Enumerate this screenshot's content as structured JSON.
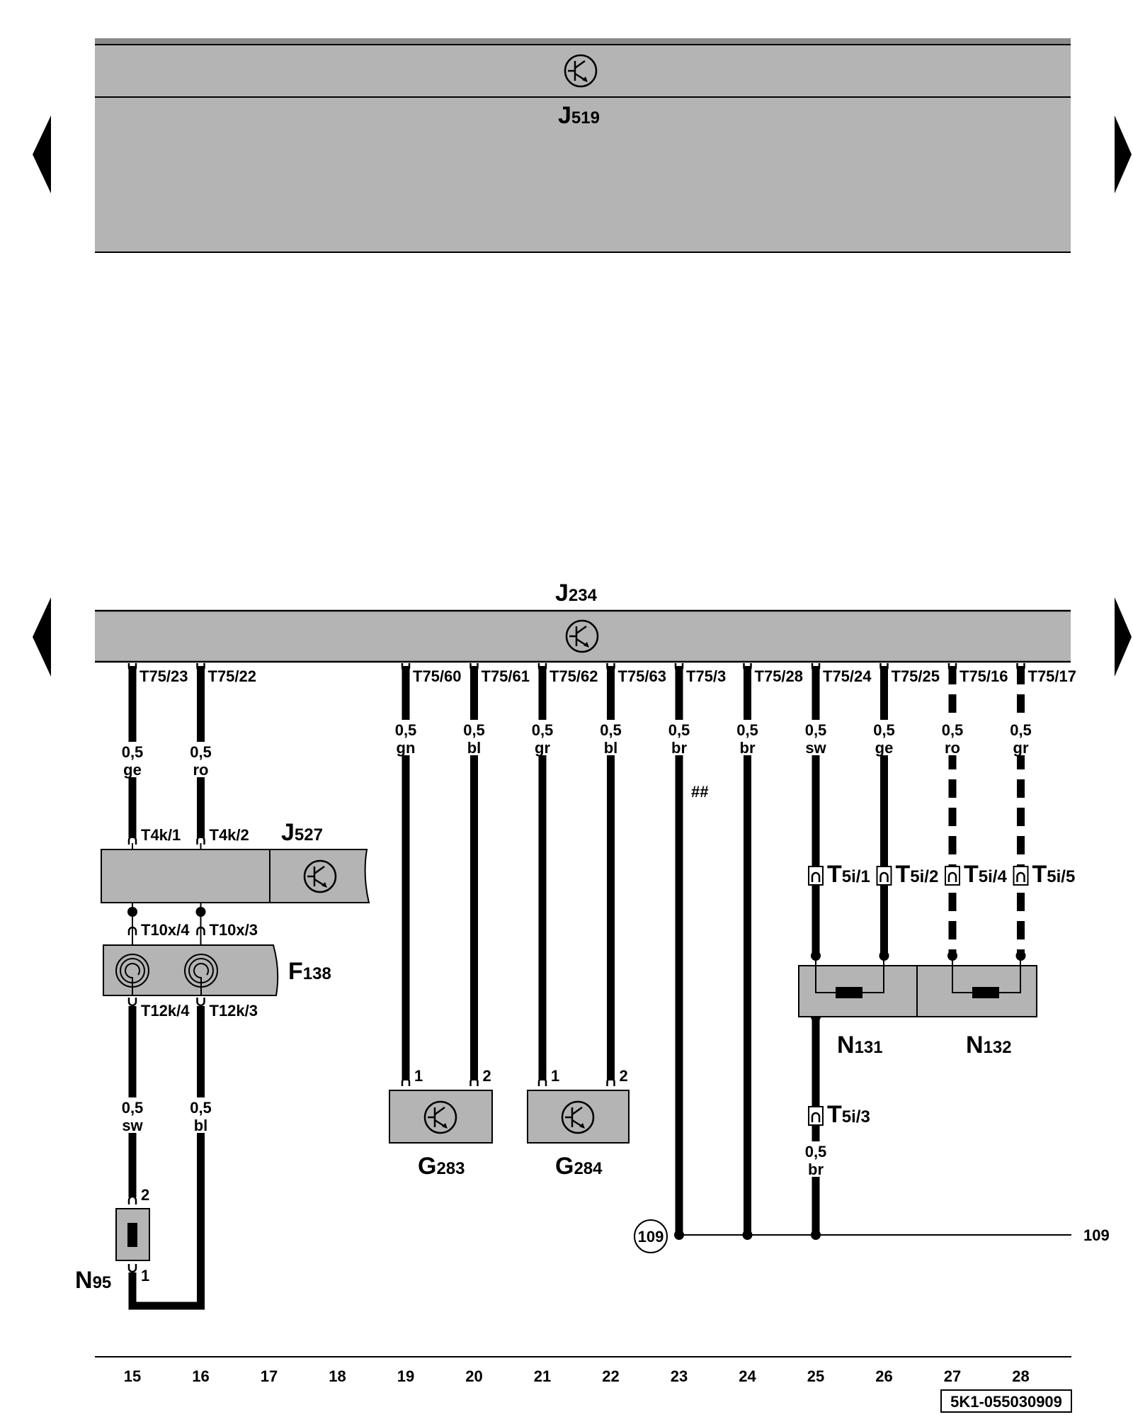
{
  "components": {
    "J519": {
      "letter": "J",
      "num": "519"
    },
    "J234": {
      "letter": "J",
      "num": "234"
    },
    "J527": {
      "letter": "J",
      "num": "527"
    },
    "F138": {
      "letter": "F",
      "num": "138"
    },
    "G283": {
      "letter": "G",
      "num": "283"
    },
    "G284": {
      "letter": "G",
      "num": "284"
    },
    "N131": {
      "letter": "N",
      "num": "131"
    },
    "N132": {
      "letter": "N",
      "num": "132"
    },
    "N95": {
      "letter": "N",
      "num": "95"
    }
  },
  "j234_wires": [
    {
      "column": 15,
      "pin": "T75/23",
      "size": "0,5",
      "color": "ge",
      "dashed": false
    },
    {
      "column": 16,
      "pin": "T75/22",
      "size": "0,5",
      "color": "ro",
      "dashed": false
    },
    {
      "column": 19,
      "pin": "T75/60",
      "size": "0,5",
      "color": "gn",
      "dashed": false
    },
    {
      "column": 20,
      "pin": "T75/61",
      "size": "0,5",
      "color": "bl",
      "dashed": false
    },
    {
      "column": 21,
      "pin": "T75/62",
      "size": "0,5",
      "color": "gr",
      "dashed": false
    },
    {
      "column": 22,
      "pin": "T75/63",
      "size": "0,5",
      "color": "bl",
      "dashed": false
    },
    {
      "column": 23,
      "pin": "T75/3",
      "size": "0,5",
      "color": "br",
      "dashed": false
    },
    {
      "column": 24,
      "pin": "T75/28",
      "size": "0,5",
      "color": "br",
      "dashed": false
    },
    {
      "column": 25,
      "pin": "T75/24",
      "size": "0,5",
      "color": "sw",
      "dashed": false
    },
    {
      "column": 26,
      "pin": "T75/25",
      "size": "0,5",
      "color": "ge",
      "dashed": false
    },
    {
      "column": 27,
      "pin": "T75/16",
      "size": "0,5",
      "color": "ro",
      "dashed": true
    },
    {
      "column": 28,
      "pin": "T75/17",
      "size": "0,5",
      "color": "gr",
      "dashed": true
    }
  ],
  "connectors": {
    "t4k": [
      "T4k/1",
      "T4k/2"
    ],
    "t10x": [
      "T10x/4",
      "T10x/3"
    ],
    "t12k": [
      "T12k/4",
      "T12k/3"
    ],
    "t5i": [
      {
        "main": "T",
        "sub": "5i/1"
      },
      {
        "main": "T",
        "sub": "5i/2"
      },
      {
        "main": "T",
        "sub": "5i/4"
      },
      {
        "main": "T",
        "sub": "5i/5"
      },
      {
        "main": "T",
        "sub": "5i/3"
      }
    ],
    "g_pins": [
      "1",
      "2",
      "1",
      "2"
    ],
    "n95_pins": [
      "2",
      "1"
    ]
  },
  "lower_wires": {
    "w15": {
      "size": "0,5",
      "color": "sw"
    },
    "w16": {
      "size": "0,5",
      "color": "bl"
    },
    "w25": {
      "size": "0,5",
      "color": "br"
    }
  },
  "marker": "##",
  "ground": {
    "circle_label": "109",
    "right_label": "109"
  },
  "columns": [
    "15",
    "16",
    "17",
    "18",
    "19",
    "20",
    "21",
    "22",
    "23",
    "24",
    "25",
    "26",
    "27",
    "28"
  ],
  "code": "5K1-055030909",
  "colors": {
    "box_fill": "#b4b4b4",
    "line": "#000000"
  }
}
